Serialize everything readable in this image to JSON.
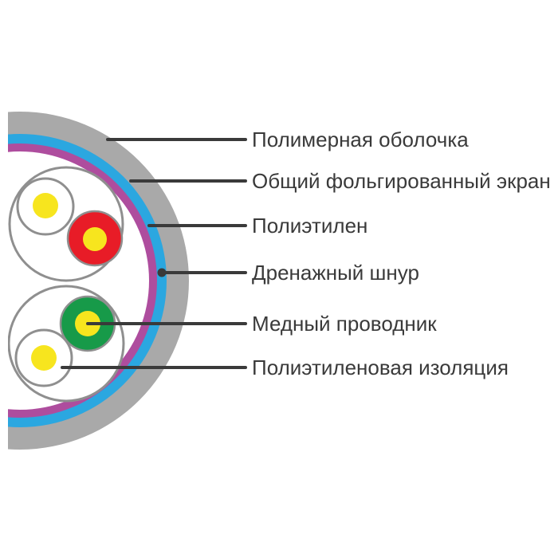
{
  "diagram": {
    "kind": "cable-cross-section",
    "callouts": [
      {
        "label": "Полимерная оболочка"
      },
      {
        "label": "Общий фольгированный экран"
      },
      {
        "label": "Полиэтилен"
      },
      {
        "label": "Дренажный шнур"
      },
      {
        "label": "Медный проводник"
      },
      {
        "label": "Полиэтиленовая изоляция"
      }
    ],
    "colors": {
      "sheath_gray": "#a9a9a9",
      "screen_blue": "#2ba7e0",
      "inner_magenta": "#ae4d9e",
      "interior_white": "#ffffff",
      "conductor_red": "#e81c27",
      "conductor_green": "#179a49",
      "core_yellow": "#f7e51e",
      "outline_gray": "#8f8f8f",
      "line_dark": "#3a3a3a"
    }
  }
}
